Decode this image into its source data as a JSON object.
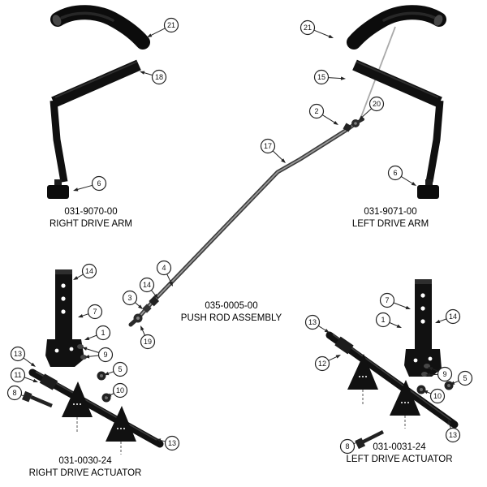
{
  "diagram_title": "Drive arm and drive actuator parts diagram",
  "colors": {
    "part_dark": "#111111",
    "rod_gray": "#9a9a9a",
    "leader_line": "#222222",
    "callout_fill": "#ffffff",
    "label_text": "#000000",
    "background": "#ffffff"
  },
  "parts": {
    "right_drive_arm": {
      "part_number": "031-9070-00",
      "name": "RIGHT DRIVE ARM"
    },
    "left_drive_arm": {
      "part_number": "031-9071-00",
      "name": "LEFT DRIVE ARM"
    },
    "push_rod_assembly": {
      "part_number": "035-0005-00",
      "name": "PUSH ROD ASSEMBLY"
    },
    "right_drive_actuator": {
      "part_number": "031-0030-24",
      "name": "RIGHT DRIVE ACTUATOR"
    },
    "left_drive_actuator": {
      "part_number": "031-0031-24",
      "name": "LEFT DRIVE ACTUATOR"
    }
  },
  "callouts": [
    {
      "n": "21",
      "c": [
        211,
        31
      ],
      "t": [
        [
          181,
          46
        ]
      ]
    },
    {
      "n": "18",
      "c": [
        196,
        95
      ],
      "t": [
        [
          172,
          88
        ]
      ]
    },
    {
      "n": "6",
      "c": [
        122,
        226
      ],
      "t": [
        [
          90,
          235
        ]
      ]
    },
    {
      "n": "21",
      "c": [
        379,
        34
      ],
      "t": [
        [
          411,
          47
        ]
      ]
    },
    {
      "n": "15",
      "c": [
        396,
        95
      ],
      "t": [
        [
          426,
          97
        ]
      ]
    },
    {
      "n": "2",
      "c": [
        390,
        137
      ],
      "t": [
        [
          417,
          154
        ]
      ]
    },
    {
      "n": "20",
      "c": [
        464,
        128
      ],
      "t": [
        [
          442,
          148
        ]
      ]
    },
    {
      "n": "6",
      "c": [
        487,
        213
      ],
      "t": [
        [
          513,
          229
        ]
      ]
    },
    {
      "n": "17",
      "c": [
        330,
        180
      ],
      "t": [
        [
          352,
          201
        ]
      ]
    },
    {
      "n": "4",
      "c": [
        202,
        330
      ],
      "t": [
        [
          213,
          353
        ]
      ]
    },
    {
      "n": "14",
      "c": [
        181,
        351
      ],
      "t": [
        [
          195,
          368
        ]
      ]
    },
    {
      "n": "3",
      "c": [
        160,
        367
      ],
      "t": [
        [
          176,
          381
        ]
      ]
    },
    {
      "n": "19",
      "c": [
        182,
        421
      ],
      "t": [
        [
          173,
          401
        ]
      ]
    },
    {
      "n": "14",
      "c": [
        110,
        334
      ],
      "t": [
        [
          90,
          345
        ]
      ]
    },
    {
      "n": "7",
      "c": [
        117,
        384
      ],
      "t": [
        [
          96,
          391
        ]
      ]
    },
    {
      "n": "1",
      "c": [
        127,
        410
      ],
      "t": [
        [
          104,
          419
        ]
      ]
    },
    {
      "n": "9",
      "c": [
        130,
        437
      ],
      "t": [
        [
          101,
          428
        ],
        [
          104,
          440
        ]
      ]
    },
    {
      "n": "13",
      "c": [
        22,
        436
      ],
      "t": [
        [
          44,
          452
        ]
      ]
    },
    {
      "n": "11",
      "c": [
        22,
        462
      ],
      "t": [
        [
          47,
          471
        ]
      ]
    },
    {
      "n": "5",
      "c": [
        148,
        455
      ],
      "t": [
        [
          128,
          462
        ]
      ]
    },
    {
      "n": "8",
      "c": [
        18,
        484
      ],
      "t": [
        [
          39,
          491
        ]
      ]
    },
    {
      "n": "10",
      "c": [
        148,
        481
      ],
      "t": [
        [
          131,
          489
        ]
      ]
    },
    {
      "n": "13",
      "c": [
        212,
        546
      ],
      "t": [
        [
          192,
          541
        ]
      ]
    },
    {
      "n": "7",
      "c": [
        477,
        370
      ],
      "t": [
        [
          506,
          381
        ]
      ]
    },
    {
      "n": "1",
      "c": [
        472,
        394
      ],
      "t": [
        [
          495,
          404
        ]
      ]
    },
    {
      "n": "14",
      "c": [
        558,
        390
      ],
      "t": [
        [
          536,
          398
        ]
      ]
    },
    {
      "n": "13",
      "c": [
        385,
        397
      ],
      "t": [
        [
          406,
          410
        ]
      ]
    },
    {
      "n": "12",
      "c": [
        397,
        448
      ],
      "t": [
        [
          420,
          437
        ]
      ]
    },
    {
      "n": "9",
      "c": [
        548,
        461
      ],
      "t": [
        [
          527,
          452
        ],
        [
          524,
          462
        ]
      ]
    },
    {
      "n": "5",
      "c": [
        573,
        466
      ],
      "t": [
        [
          554,
          474
        ]
      ]
    },
    {
      "n": "10",
      "c": [
        539,
        488
      ],
      "t": [
        [
          521,
          481
        ]
      ]
    },
    {
      "n": "8",
      "c": [
        428,
        550
      ],
      "t": [
        [
          447,
          542
        ]
      ]
    },
    {
      "n": "13",
      "c": [
        558,
        536
      ],
      "t": [
        [
          552,
          517
        ]
      ]
    }
  ]
}
